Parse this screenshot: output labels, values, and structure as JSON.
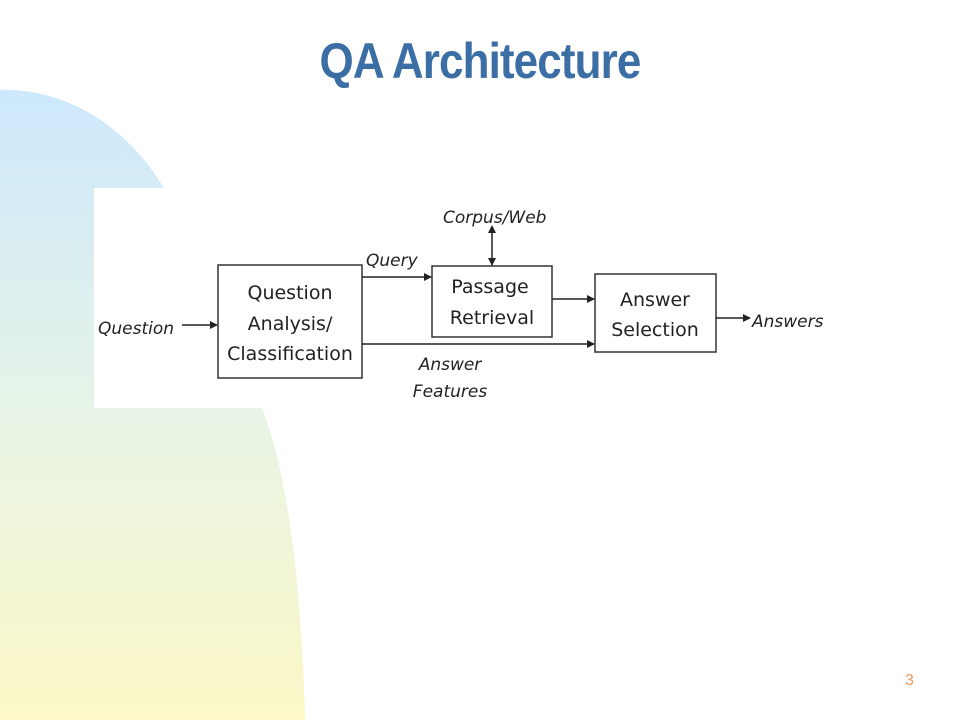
{
  "slide": {
    "title": "QA Architecture",
    "page_number": "3"
  },
  "diagram": {
    "boxes": {
      "question_analysis": [
        "Question",
        "Analysis/",
        "Classification"
      ],
      "passage_retrieval": [
        "Passage",
        "Retrieval"
      ],
      "answer_selection": [
        "Answer",
        "Selection"
      ]
    },
    "labels": {
      "question": "Question",
      "query": "Query",
      "corpus": "Corpus/Web",
      "answers": "Answers",
      "answer_features": [
        "Answer",
        "Features"
      ]
    }
  },
  "colors": {
    "title": "#3a6ea5",
    "page_number": "#f09a5a",
    "bg_blue": "#cfe9fb",
    "bg_yellow": "#fbf8c8",
    "box_border": "#333333"
  }
}
